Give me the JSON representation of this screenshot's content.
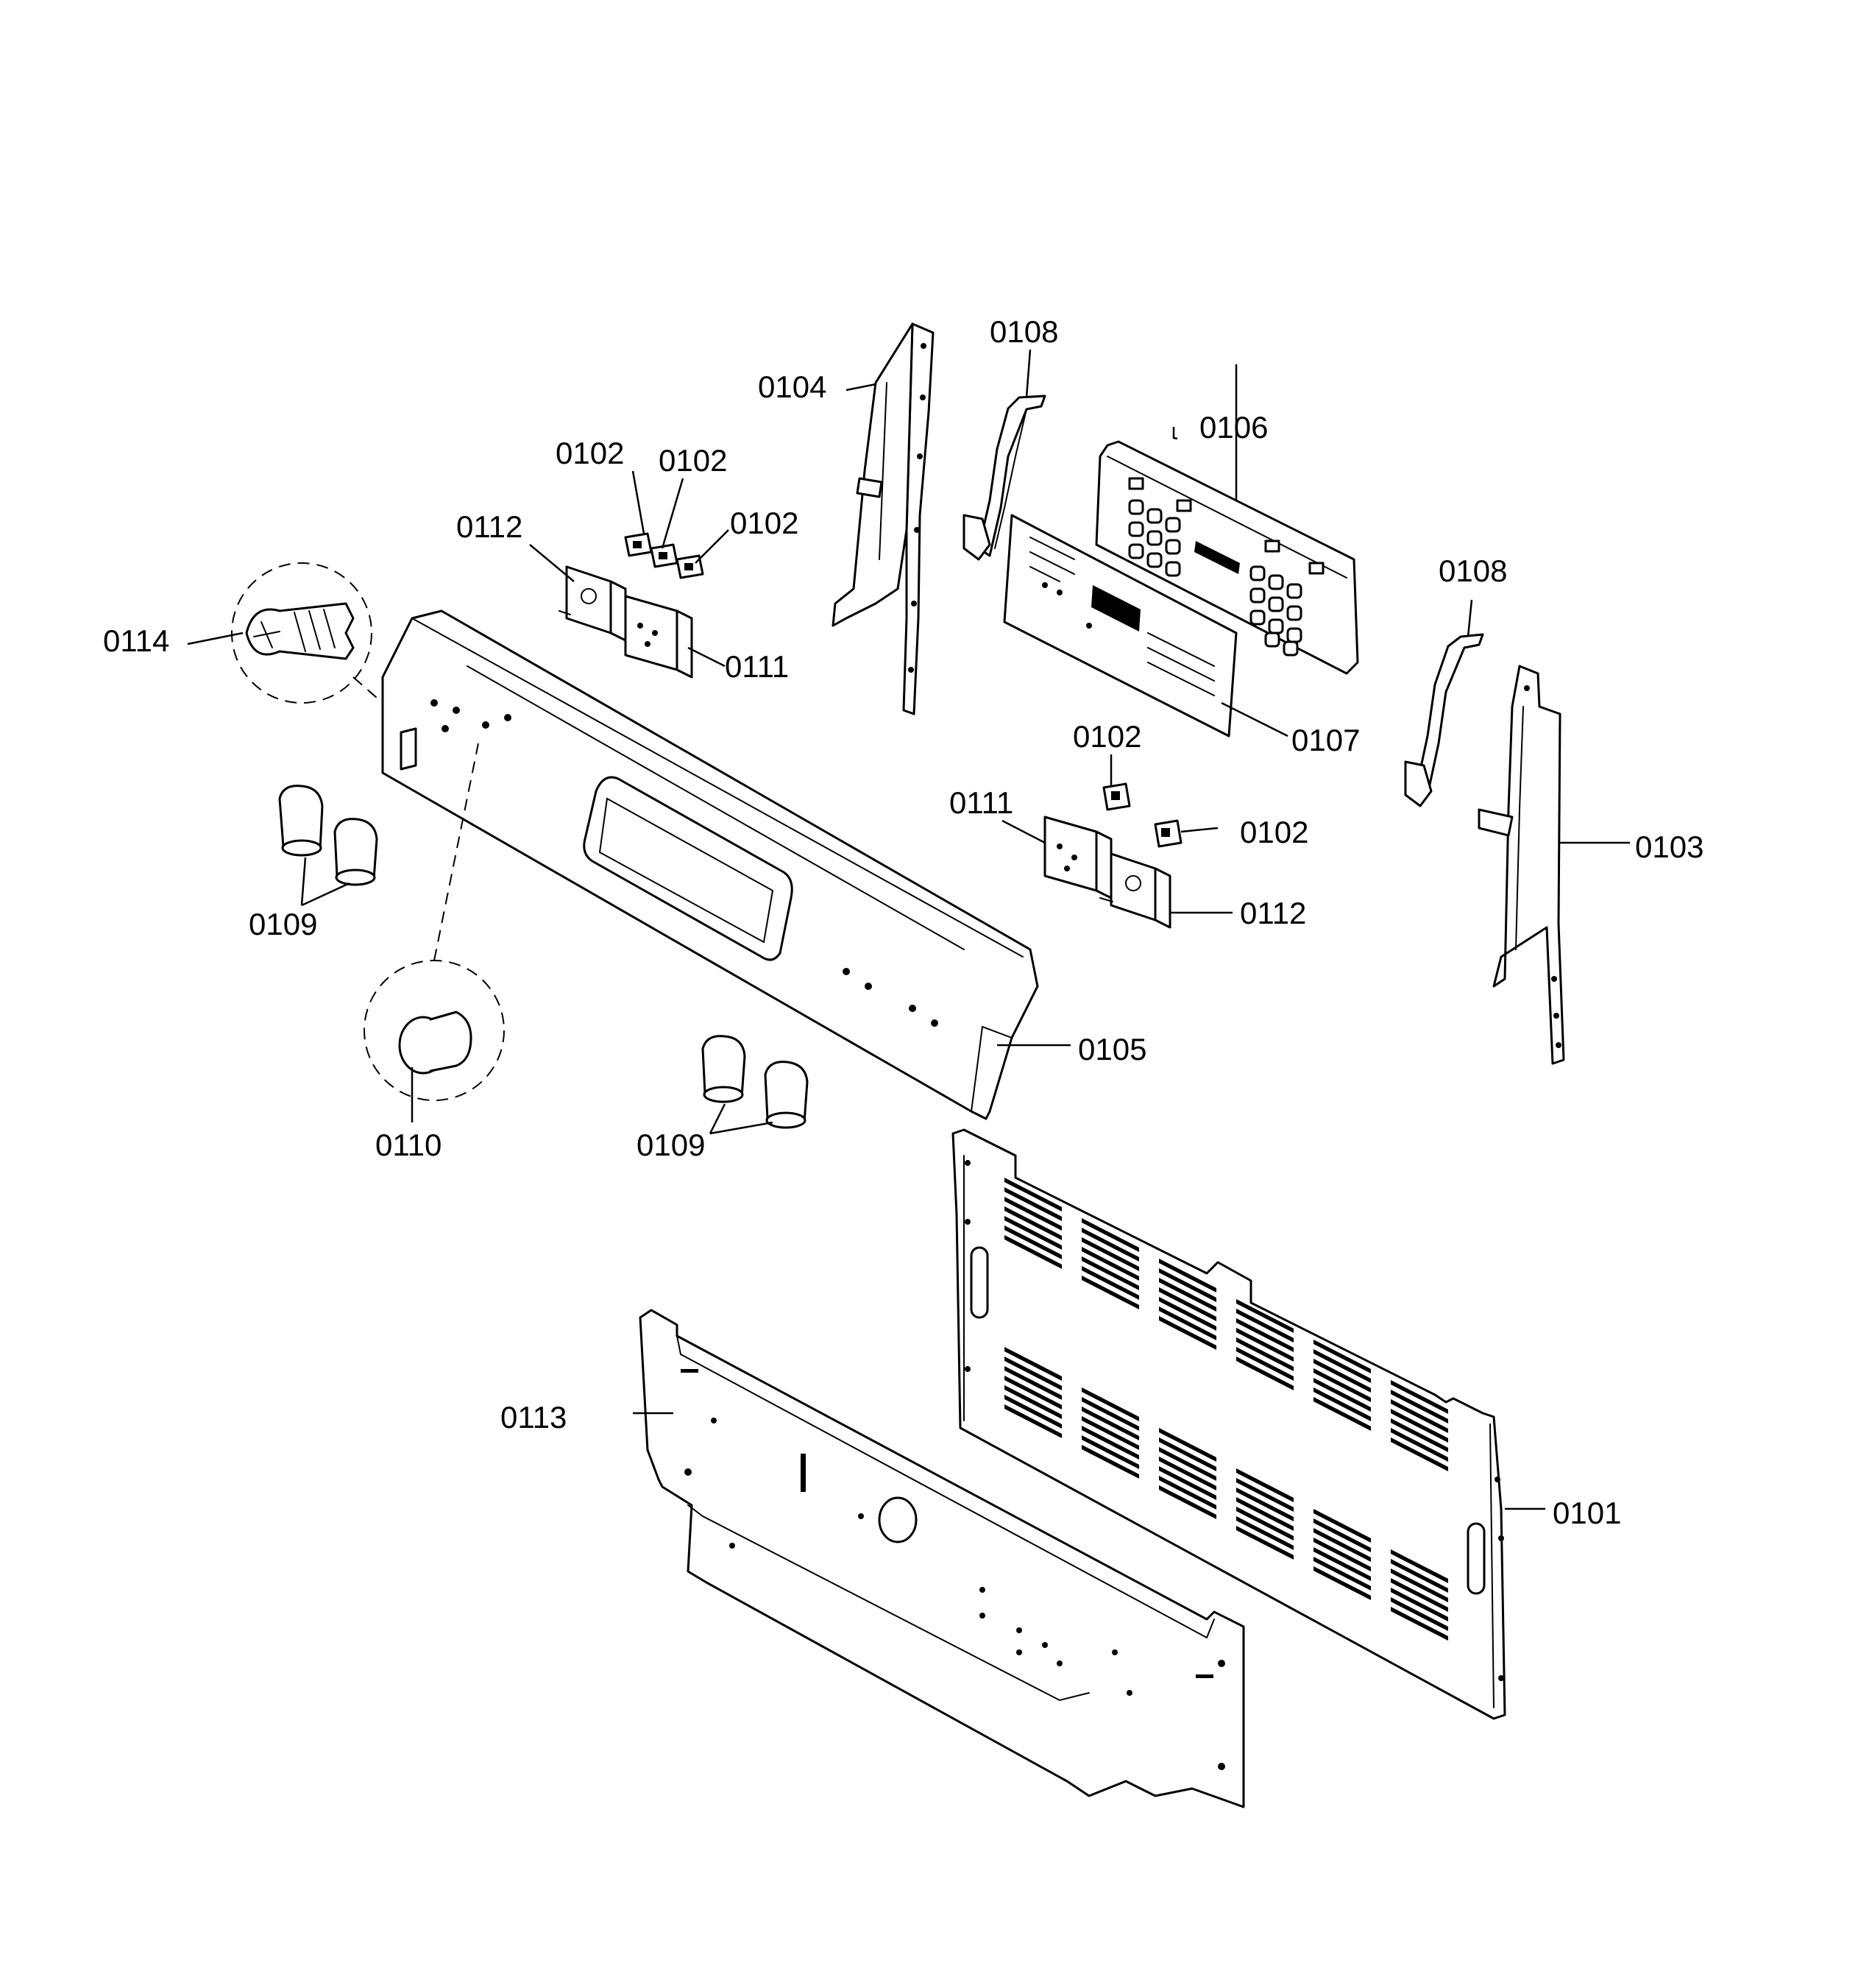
{
  "callouts": {
    "p0101": "0101",
    "p0102_a": "0102",
    "p0102_b": "0102",
    "p0102_c": "0102",
    "p0102_d": "0102",
    "p0102_e": "0102",
    "p0103": "0103",
    "p0104": "0104",
    "p0105": "0105",
    "p0106": "0106",
    "p0107": "0107",
    "p0108_a": "0108",
    "p0108_b": "0108",
    "p0109_a": "0109",
    "p0109_b": "0109",
    "p0110": "0110",
    "p0111_a": "0111",
    "p0111_b": "0111",
    "p0112_a": "0112",
    "p0112_b": "0112",
    "p0113": "0113",
    "p0114": "0114"
  }
}
